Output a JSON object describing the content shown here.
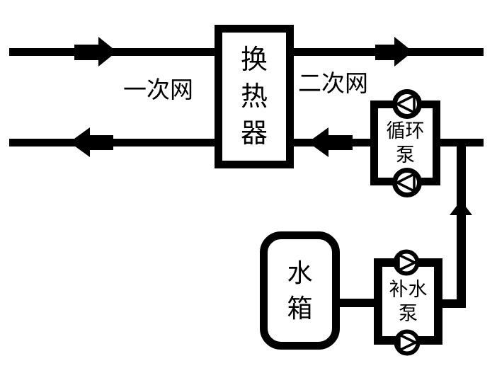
{
  "colors": {
    "line": "#000000",
    "background": "#ffffff",
    "box_fill": "#ffffff"
  },
  "components": {
    "heat_exchanger": {
      "label": "换热器",
      "chars": [
        "换",
        "热",
        "器"
      ]
    },
    "circulation_pump": {
      "label": "循环泵",
      "line1": "循环",
      "line2": "泵",
      "pump_count": 2,
      "pump_direction": "left"
    },
    "makeup_pump": {
      "label": "补水泵",
      "line1": "补水",
      "line2": "泵",
      "pump_count": 2,
      "pump_direction": "right"
    },
    "water_tank": {
      "label": "水箱",
      "chars": [
        "水",
        "箱"
      ]
    }
  },
  "labels": {
    "primary_network": "一次网",
    "secondary_network": "二次网"
  },
  "flows": {
    "primary_supply": {
      "direction": "right",
      "from": "primary network",
      "to": "heat exchanger"
    },
    "primary_return": {
      "direction": "left",
      "from": "heat exchanger",
      "to": "primary network"
    },
    "secondary_supply": {
      "direction": "right",
      "from": "heat exchanger",
      "to": "secondary network"
    },
    "secondary_return": {
      "direction": "left",
      "from": "circulation pump",
      "to": "heat exchanger"
    },
    "makeup_riser": {
      "direction": "up",
      "from": "makeup pump",
      "to": "secondary return"
    }
  },
  "icons": {
    "pump": "pump-circle-triangle-icon",
    "arrow": "flow-direction-arrow"
  }
}
